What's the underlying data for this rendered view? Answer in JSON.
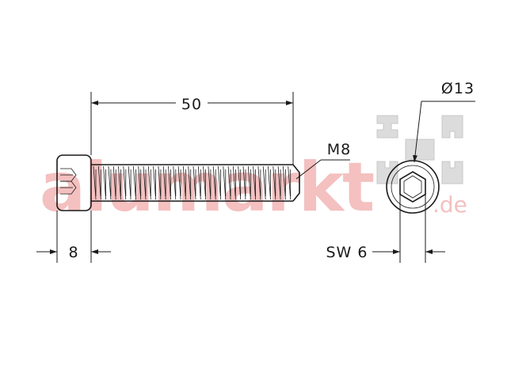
{
  "dimensions": {
    "length_label": "50",
    "thread_label": "M8",
    "head_height_label": "8",
    "head_diameter_label": "Ø13",
    "socket_label": "SW 6"
  },
  "watermark": {
    "brand_text": "alumarkt",
    "domain_suffix": ".de"
  },
  "colors": {
    "line": "#1a1a1a",
    "watermark_red": "#f2b8b8",
    "watermark_gray": "#d8d8d8"
  }
}
